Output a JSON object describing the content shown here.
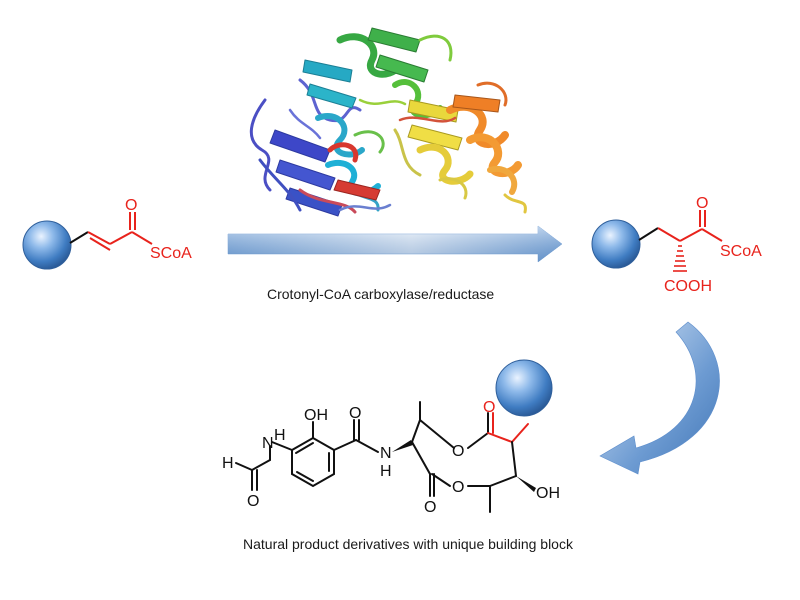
{
  "colors": {
    "chem_red": "#e8231c",
    "bond_black": "#111111",
    "arrow_blue": "#5b8ec9",
    "sphere_blue": "#4a86c8"
  },
  "substrate": {
    "carbonyl_o": "O",
    "thioester": "SCoA"
  },
  "product_acid": {
    "carbonyl_o": "O",
    "thioester": "SCoA",
    "carboxyl": "COOH"
  },
  "enzyme_caption": "Crotonyl-CoA carboxylase/reductase",
  "natural_product": {
    "aldehyde_h": "H",
    "formyl_o": "O",
    "amide_nh_1": "N",
    "amide_h_1": "H",
    "phenol": "OH",
    "amide_o": "O",
    "amide_nh_2": "N",
    "amide_h_2": "H",
    "ring_o_top": "O",
    "ring_o_bottom": "O",
    "lactone_o_top": "O",
    "lactone_o_bottom": "O",
    "hydroxyl": "OH"
  },
  "product_caption": "Natural product derivatives with unique building block",
  "icons": [
    "protein-ribbon-structure",
    "blue-sphere-icon",
    "gradient-arrow",
    "curved-arrow"
  ]
}
